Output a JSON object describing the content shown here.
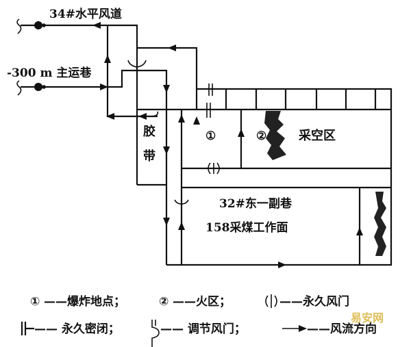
{
  "labels": {
    "airway_34": "34#水平风道",
    "main_road": "-300 m 主运巷",
    "belt_1": "胶",
    "belt_2": "带",
    "point_1": "①",
    "point_2": "②",
    "goaf": "采空区",
    "sub_road": "32#东一副巷",
    "face": "158采煤工作面"
  },
  "legend": [
    {
      "symbol": "①",
      "text": "——爆炸地点；"
    },
    {
      "symbol": "②",
      "text": "——火区；"
    },
    {
      "symbol": "permanent-door",
      "text": "——永久风门"
    },
    {
      "symbol": "permanent-seal",
      "text": "—— 永久密闭；"
    },
    {
      "symbol": "regulator",
      "text": "—— 调节风门；"
    },
    {
      "symbol": "arrow",
      "text": "——风流方向"
    }
  ],
  "watermark": "易安网"
}
